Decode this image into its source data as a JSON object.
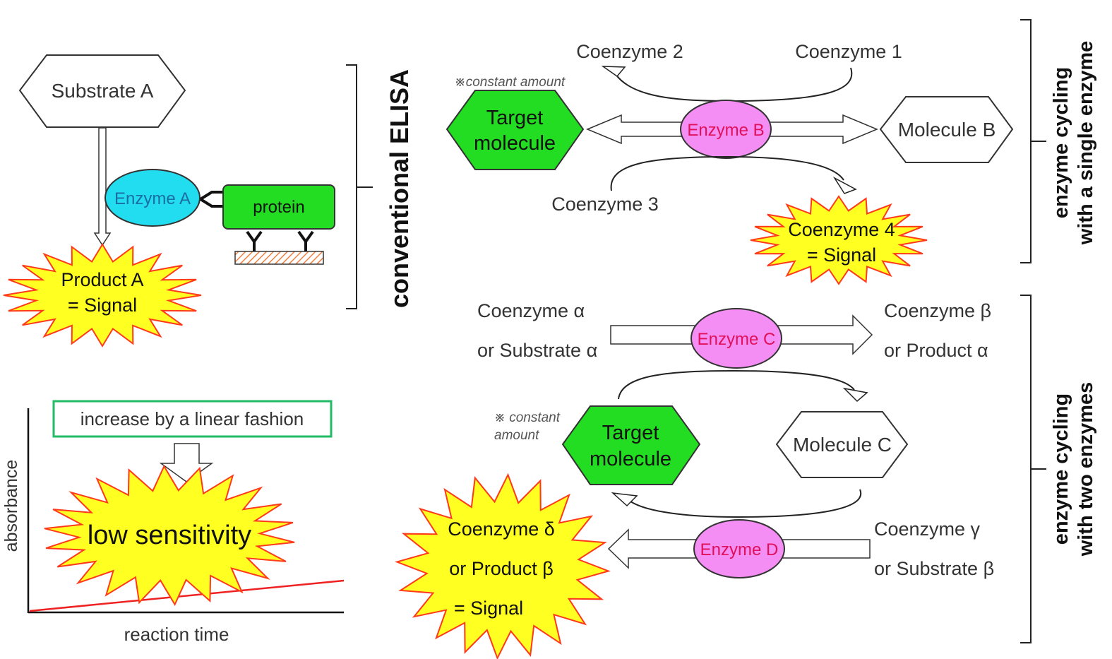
{
  "colors": {
    "green": "#22dd22",
    "cyan": "#22ddf0",
    "pink": "#f48ef4",
    "star": "#ffff22",
    "star_edge": "#ff3a1a",
    "signal_line": "#ee2222",
    "legend_box": "#22bb66",
    "hatch": "#f08040"
  },
  "elisa": {
    "substrate": "Substrate A",
    "enzyme": "Enzyme A",
    "protein": "protein",
    "product_line1": "Product A",
    "product_line2": "= Signal",
    "bracket_label": "conventional ELISA"
  },
  "graph": {
    "note": "increase by a linear fashion",
    "result": "low sensitivity",
    "ylabel": "absorbance",
    "xlabel": "reaction time"
  },
  "single": {
    "coenzyme2": "Coenzyme 2",
    "coenzyme1": "Coenzyme 1",
    "note": "※constant amount",
    "target_line1": "Target",
    "target_line2": "molecule",
    "enzyme": "Enzyme B",
    "molecule": "Molecule B",
    "coenzyme3": "Coenzyme 3",
    "signal_line1": "Coenzyme 4",
    "signal_line2": "= Signal",
    "label_line1": "enzyme cycling",
    "label_line2": "with a single enzyme"
  },
  "two": {
    "alpha_line1": "Coenzyme α",
    "alpha_line2": "or Substrate α",
    "enzyme_c": "Enzyme C",
    "beta_line1": "Coenzyme β",
    "beta_line2": "or Product α",
    "note_line1": "※ constant",
    "note_line2": "amount",
    "target_line1": "Target",
    "target_line2": "molecule",
    "molecule": "Molecule C",
    "signal_line1": "Coenzyme δ",
    "signal_line2": "or Product β",
    "signal_line3": "= Signal",
    "enzyme_d": "Enzyme D",
    "gamma_line1": "Coenzyme γ",
    "gamma_line2": "or Substrate β",
    "label_line1": "enzyme cycling",
    "label_line2": "with two enzymes"
  }
}
